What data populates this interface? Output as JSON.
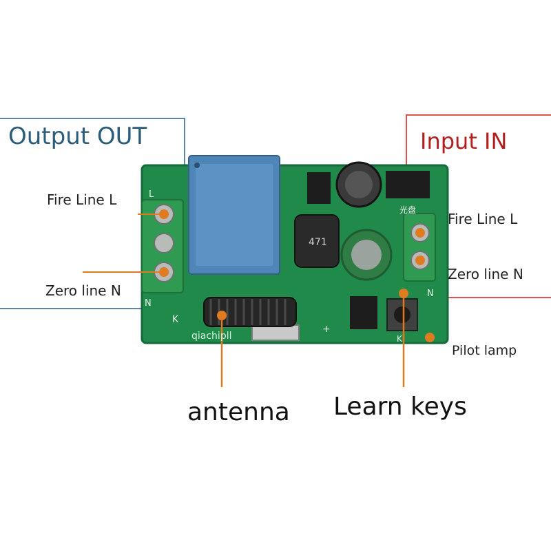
{
  "output_section": {
    "title": "Output OUT",
    "fire_line": "Fire Line L",
    "zero_line": "Zero line N",
    "border_color": "#5b86a6"
  },
  "input_section": {
    "title": "Input IN",
    "fire_line": "Fire Line L",
    "zero_line": "Zero line N",
    "border_color": "#d9534f"
  },
  "callouts": {
    "antenna": "antenna",
    "learn_keys": "Learn keys",
    "pilot_lamp": "Pilot lamp",
    "leader_color": "#e07b22"
  },
  "board": {
    "silkscreen_brand": "qiachipll",
    "marking_k": "K",
    "marking_n": "N",
    "marking_l": "L",
    "marking_plus": "+",
    "inductor_code": "471",
    "chip_label": "光盘",
    "pcb_color": "#1f8a4a",
    "relay_color": "#4f86b8",
    "terminal_color": "#2f9a52"
  }
}
